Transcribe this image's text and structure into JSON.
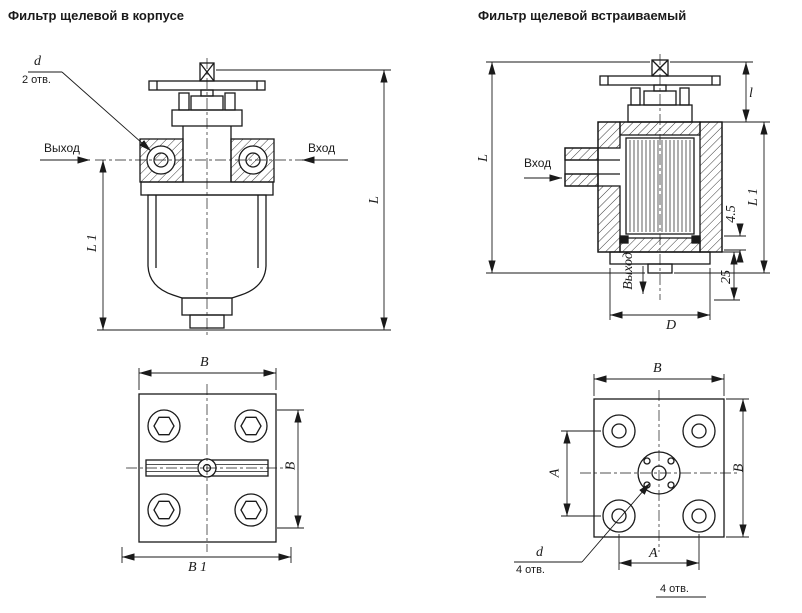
{
  "left": {
    "title": "Фильтр щелевой в корпусе",
    "front": {
      "hole_dia": "d",
      "hole_count": "2 отв.",
      "outlet": "Выход",
      "inlet": "Вход",
      "height": "L",
      "height1": "L 1"
    },
    "bottom": {
      "width_top": "B",
      "width_right": "B",
      "width_b1": "B 1"
    }
  },
  "right": {
    "title": "Фильтр щелевой встраиваемый",
    "front": {
      "inlet": "Вход",
      "outlet": "Выход",
      "height": "L",
      "height1": "L 1",
      "handle_height": "l",
      "groove": "4.5",
      "depth": "25",
      "dia": "D"
    },
    "bottom": {
      "width_top": "B",
      "width_right": "B",
      "pitch_left": "A",
      "pitch_bottom": "A",
      "hole_dia": "d",
      "hole_count": "4 отв.",
      "hole_count2": "4 отв."
    }
  },
  "colors": {
    "line": "#1a1a1a",
    "background": "#ffffff"
  }
}
